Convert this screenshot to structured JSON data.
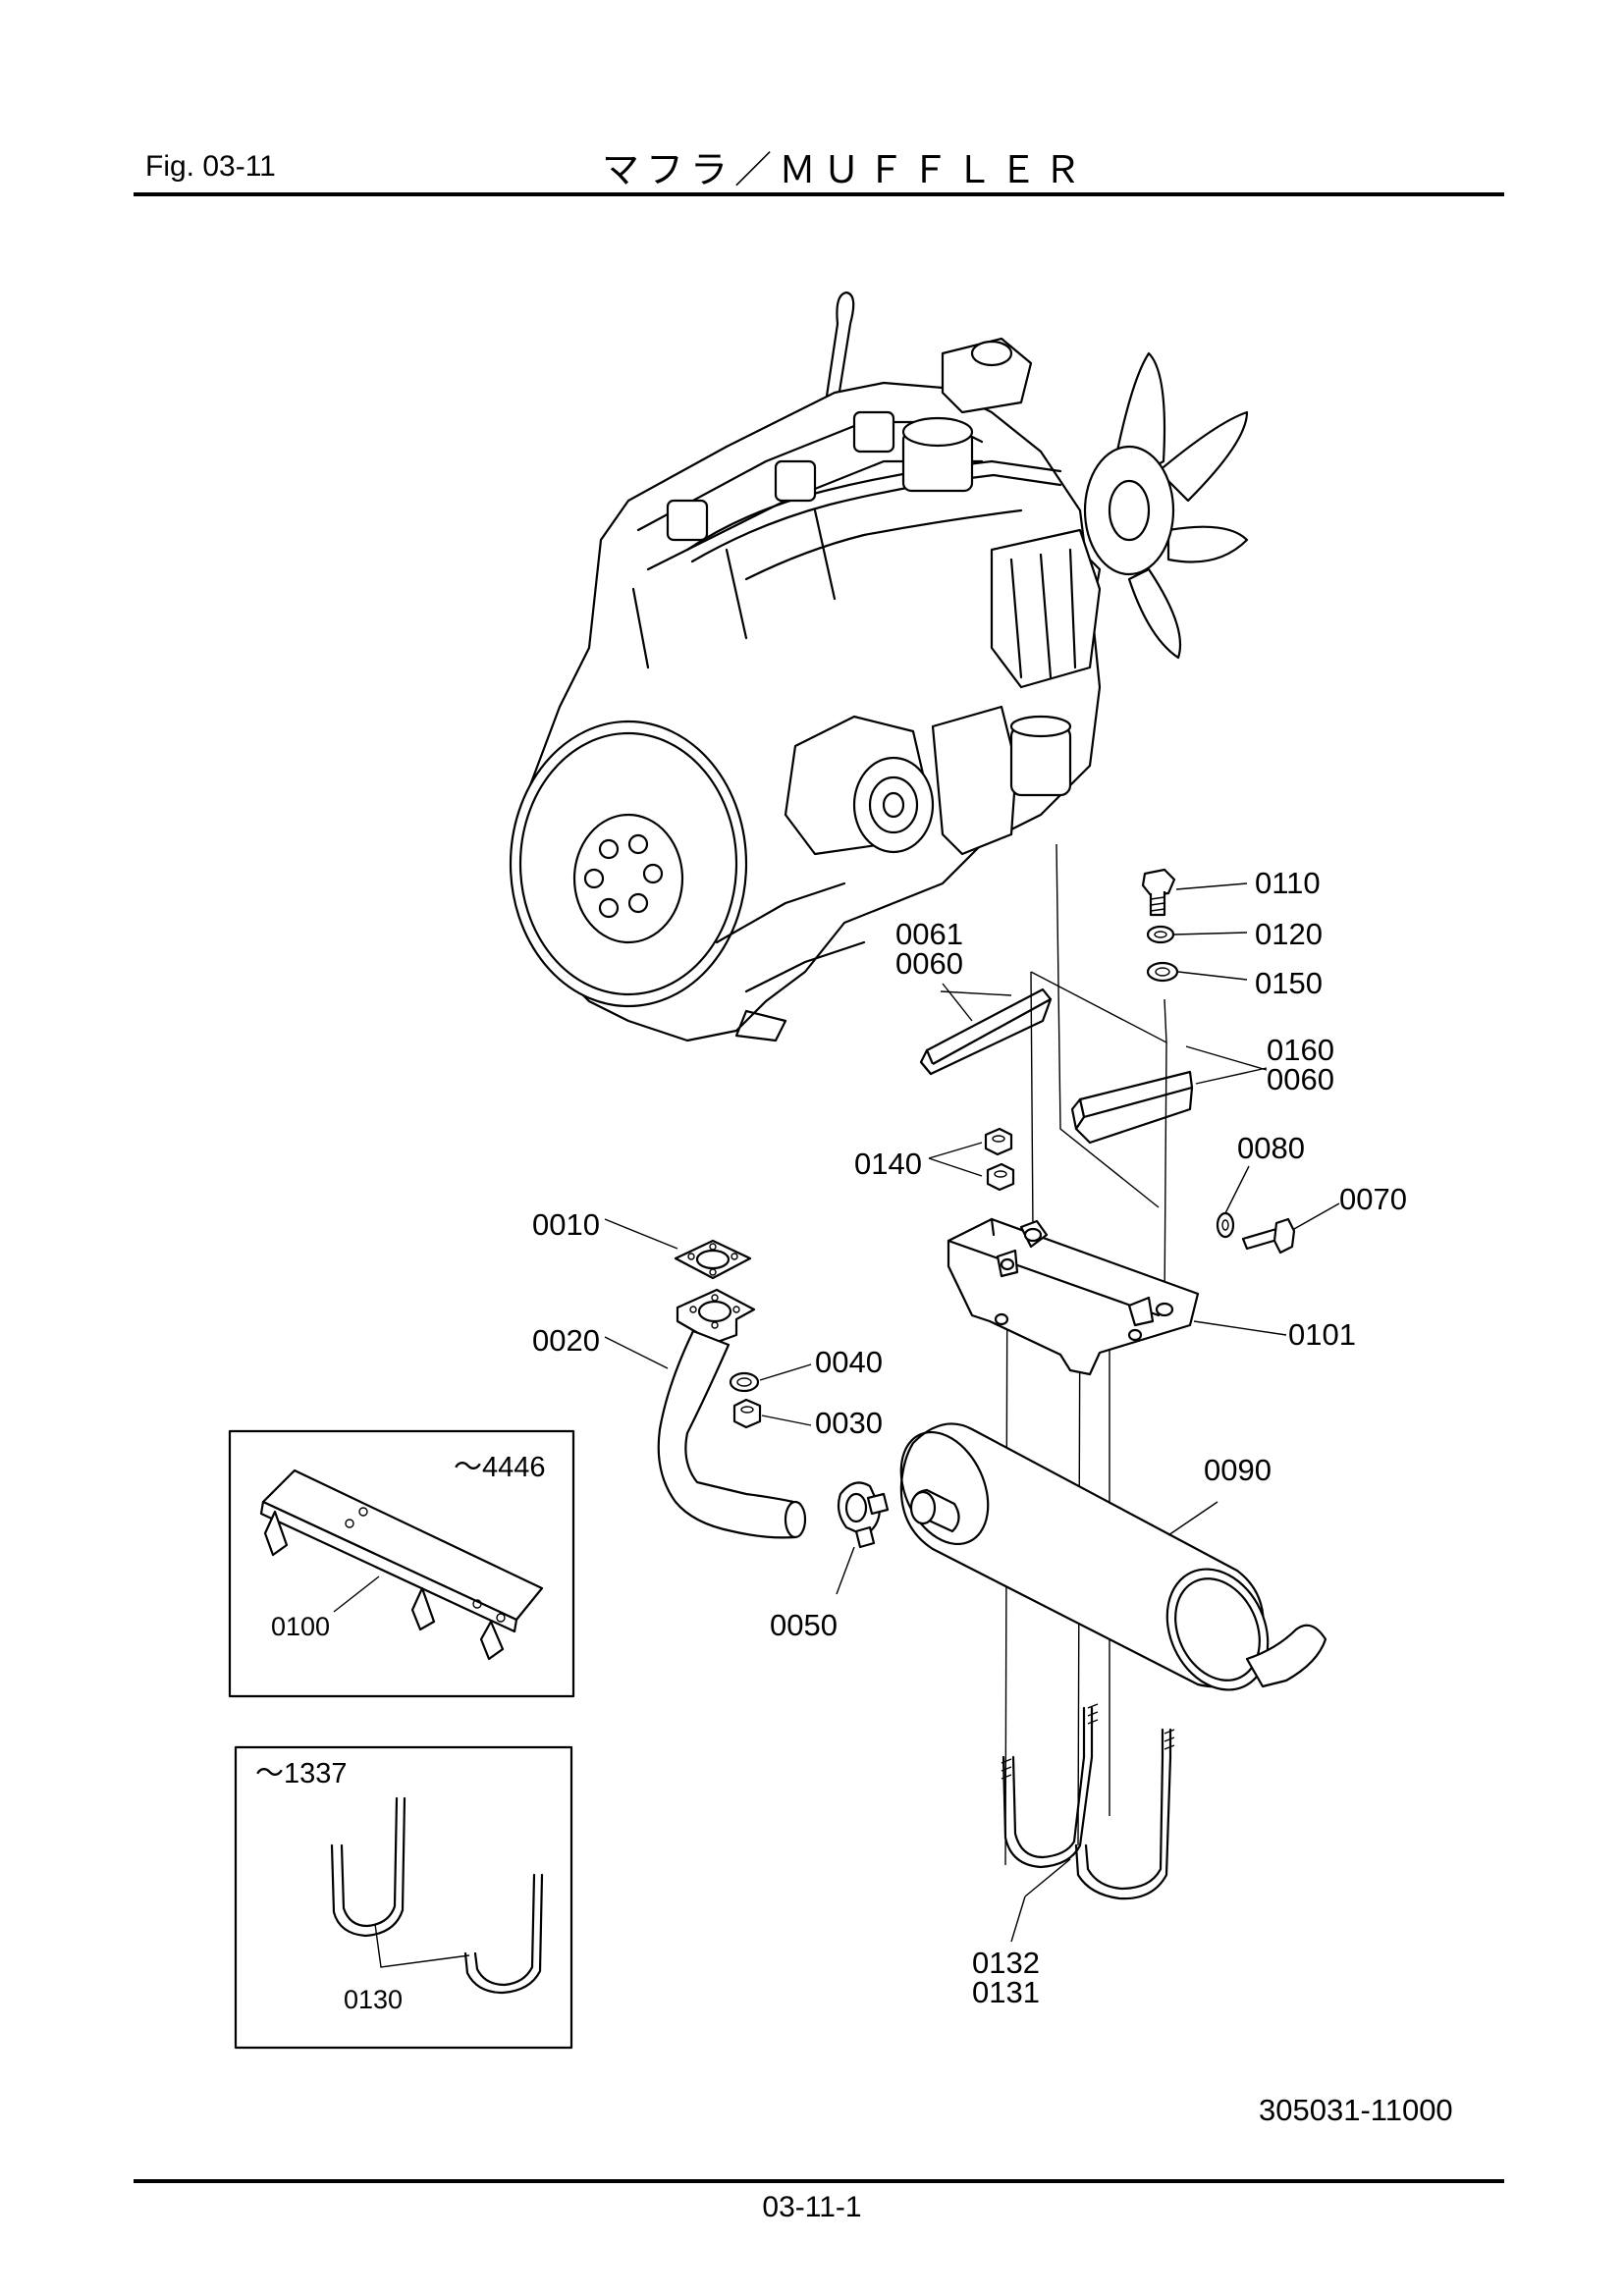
{
  "header": {
    "figure_label": "Fig.  03-11",
    "title": "マフラ／ＭＵＦＦＬＥＲ"
  },
  "part_labels": {
    "p0110": "0110",
    "p0120": "0120",
    "p0150": "0150",
    "p0061_0060_a": "0061",
    "p0061_0060_b": "0060",
    "p0160_0060_a": "0160",
    "p0160_0060_b": "0060",
    "p0080": "0080",
    "p0140": "0140",
    "p0070": "0070",
    "p0010": "0010",
    "p0101": "0101",
    "p0020": "0020",
    "p0040": "0040",
    "p0030": "0030",
    "p0090": "0090",
    "p0050": "0050",
    "p0132": "0132",
    "p0131": "0131"
  },
  "inset_plate": {
    "serial_note": "～4446",
    "part": "0100"
  },
  "inset_ubolt": {
    "serial_note": "～1337",
    "part": "0130"
  },
  "drawing_number": "305031-11000",
  "page_number": "03-11-1"
}
